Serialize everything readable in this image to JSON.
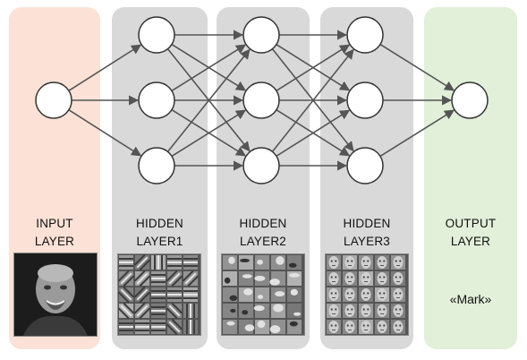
{
  "layers": {
    "input": {
      "line1": "INPUT",
      "line2": "LAYER"
    },
    "hidden1": {
      "line1": "HIDDEN",
      "line2": "LAYER1"
    },
    "hidden2": {
      "line1": "HIDDEN",
      "line2": "LAYER2"
    },
    "hidden3": {
      "line1": "HIDDEN",
      "line2": "LAYER3"
    },
    "output": {
      "line1": "OUTPUT",
      "line2": "LAYER"
    }
  },
  "output_text": "«Mark»",
  "colors": {
    "input_panel": "#fbe1d6",
    "hidden_panel": "#d9d9d9",
    "output_panel": "#e2efd9",
    "edge": "#555555",
    "node": "#ffffff"
  },
  "images": {
    "input": "face-photo",
    "hidden1": "edge-filter-grid",
    "hidden2": "feature-part-grid",
    "hidden3": "face-template-grid"
  }
}
